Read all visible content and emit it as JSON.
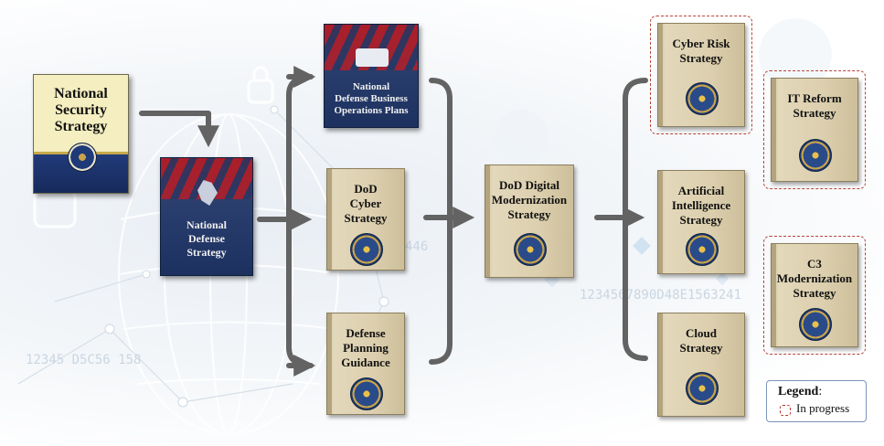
{
  "documents": {
    "national_security_strategy": {
      "title": "National\nSecurity\nStrategy"
    },
    "national_defense_strategy": {
      "title": "National\nDefense\nStrategy"
    },
    "national_defense_business_operations_plans": {
      "title": "National\nDefense Business\nOperations Plans"
    },
    "dod_cyber_strategy": {
      "title": "DoD\nCyber\nStrategy"
    },
    "defense_planning_guidance": {
      "title": "Defense\nPlanning\nGuidance"
    },
    "dod_digital_modernization_strategy": {
      "title": "DoD Digital\nModernization\nStrategy"
    },
    "cyber_risk_strategy": {
      "title": "Cyber Risk\nStrategy",
      "status": "In progress"
    },
    "artificial_intelligence_strategy": {
      "title": "Artificial\nIntelligence\nStrategy"
    },
    "cloud_strategy": {
      "title": "Cloud\nStrategy"
    },
    "it_reform_strategy": {
      "title": "IT Reform\nStrategy",
      "status": "In progress"
    },
    "c3_modernization_strategy": {
      "title": "C3\nModernization\nStrategy",
      "status": "In progress"
    }
  },
  "legend": {
    "title": "Legend",
    "items": [
      {
        "label": "In progress",
        "style": "dashed-red-border",
        "color": "#b5443a"
      }
    ]
  },
  "colors": {
    "arrow": "#636363",
    "in_progress_border": "#b5443a",
    "book_tan": "#dccfae",
    "dark_cover": "#1d3160"
  }
}
